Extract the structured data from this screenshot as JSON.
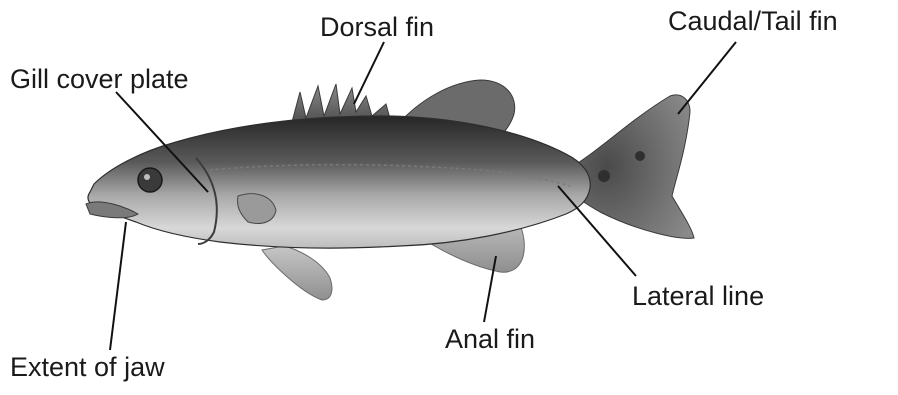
{
  "labels": {
    "dorsal_fin": "Dorsal fin",
    "caudal_fin": "Caudal/Tail fin",
    "gill_cover": "Gill cover plate",
    "lateral_line": "Lateral line",
    "anal_fin": "Anal fin",
    "jaw": "Extent of jaw"
  }
}
